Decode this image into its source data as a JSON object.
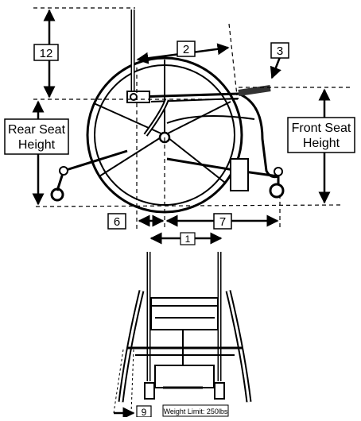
{
  "labels": {
    "d1": "1",
    "d2": "2",
    "d3": "3",
    "d6": "6",
    "d7": "7",
    "d9": "9",
    "d12": "12",
    "rear_seat_line1": "Rear Seat",
    "rear_seat_line2": "Height",
    "front_seat_line1": "Front Seat",
    "front_seat_line2": "Height",
    "weight_limit": "Weight Limit: 250lbs"
  },
  "colors": {
    "ink": "#000000",
    "grip": "#333333",
    "paper": "#ffffff"
  }
}
